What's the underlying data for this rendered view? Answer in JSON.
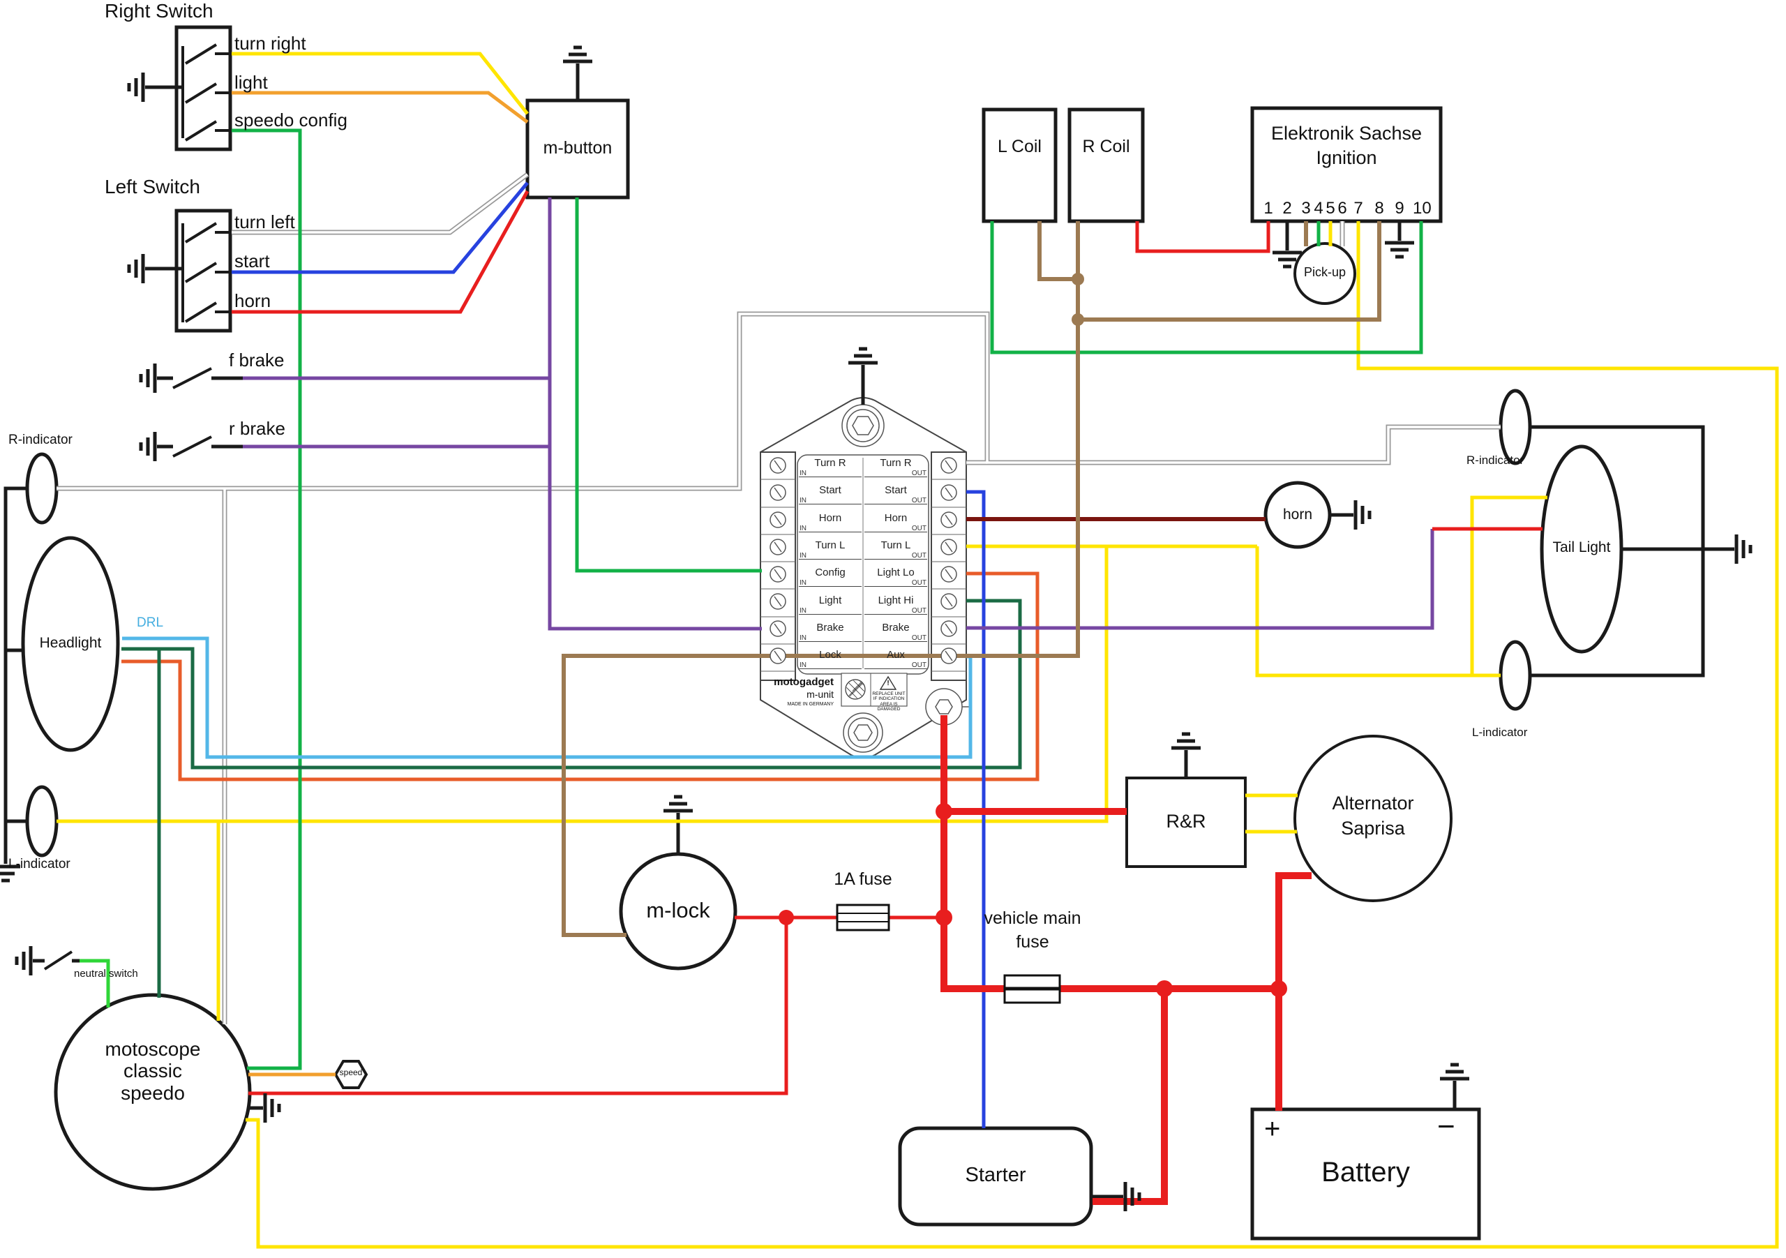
{
  "colors": {
    "yellow": "#FFE500",
    "orange": "#F2A02E",
    "orange_red": "#E85C2A",
    "green": "#12B247",
    "lime": "#2FD638",
    "dark_green": "#1B6B45",
    "cyan": "#53B7E8",
    "blue": "#2742DF",
    "red": "#E81E1E",
    "dark_red": "#7A150F",
    "purple": "#7647A2",
    "brown": "#9C7A52",
    "black": "#1A1A1A",
    "wire_white_outline": "#999999"
  },
  "switches": {
    "right": {
      "title": "Right Switch",
      "items": [
        "turn right",
        "light",
        "speedo config"
      ]
    },
    "left": {
      "title": "Left Switch",
      "items": [
        "turn left",
        "start",
        "horn"
      ]
    },
    "f_brake": "f brake",
    "r_brake": "r brake",
    "neutral": "neutral switch"
  },
  "front": {
    "r_indicator": "R-indicator",
    "headlight": "Headlight",
    "drl": "DRL",
    "l_indicator": "L-indicator",
    "speedo": [
      "motoscope",
      "classic",
      "speedo"
    ],
    "speed_sensor": "speed"
  },
  "munit": {
    "in_label": "IN",
    "out_label": "OUT",
    "rows": [
      {
        "in": "Turn R",
        "out": "Turn R"
      },
      {
        "in": "Start",
        "out": "Start"
      },
      {
        "in": "Horn",
        "out": "Horn"
      },
      {
        "in": "Turn L",
        "out": "Turn L"
      },
      {
        "in": "Config",
        "out": "Light Lo"
      },
      {
        "in": "Light",
        "out": "Light Hi"
      },
      {
        "in": "Brake",
        "out": "Brake"
      },
      {
        "in": "Lock",
        "out": "Aux"
      }
    ],
    "logo": {
      "brand": "motogadget",
      "model": "m-unit",
      "made": "MADE IN GERMANY",
      "warn_mark": "!",
      "warning": "REPLACE UNIT IF INDICATION AREA IS DAMAGED"
    }
  },
  "mbutton": "m-button",
  "mlock": "m-lock",
  "fuses": {
    "small": "1A fuse",
    "main1": "vehicle main",
    "main2": "fuse"
  },
  "power": {
    "starter": "Starter",
    "battery": "Battery",
    "plus": "+",
    "minus": "−",
    "rr": "R&R",
    "alternator1": "Alternator",
    "alternator2": "Saprisa"
  },
  "ignition": {
    "l_coil": "L Coil",
    "r_coil": "R Coil",
    "title1": "Elektronik Sachse",
    "title2": "Ignition",
    "pins": [
      "1",
      "2",
      "3",
      "4",
      "5",
      "6",
      "7",
      "8",
      "9",
      "10"
    ],
    "pickup": "Pick-up"
  },
  "rear": {
    "horn": "horn",
    "r_indicator": "R-indicator",
    "tail": "Tail Light",
    "l_indicator": "L-indicator"
  }
}
